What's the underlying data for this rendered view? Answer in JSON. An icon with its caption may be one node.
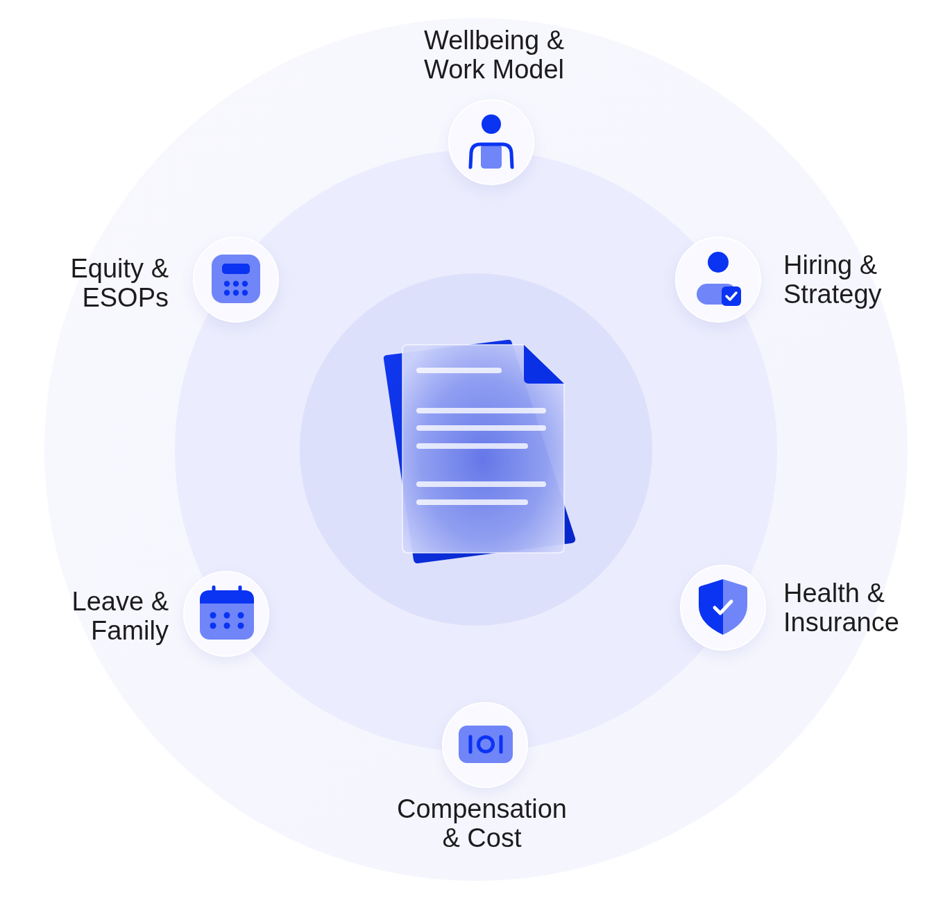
{
  "diagram": {
    "labels": [
      "Wellbeing & Work Model",
      "Equity & ESOPs",
      "Hiring & Strategy",
      "Leave & Family",
      "Health & Insurance",
      "Compensation & Cost"
    ]
  }
}
